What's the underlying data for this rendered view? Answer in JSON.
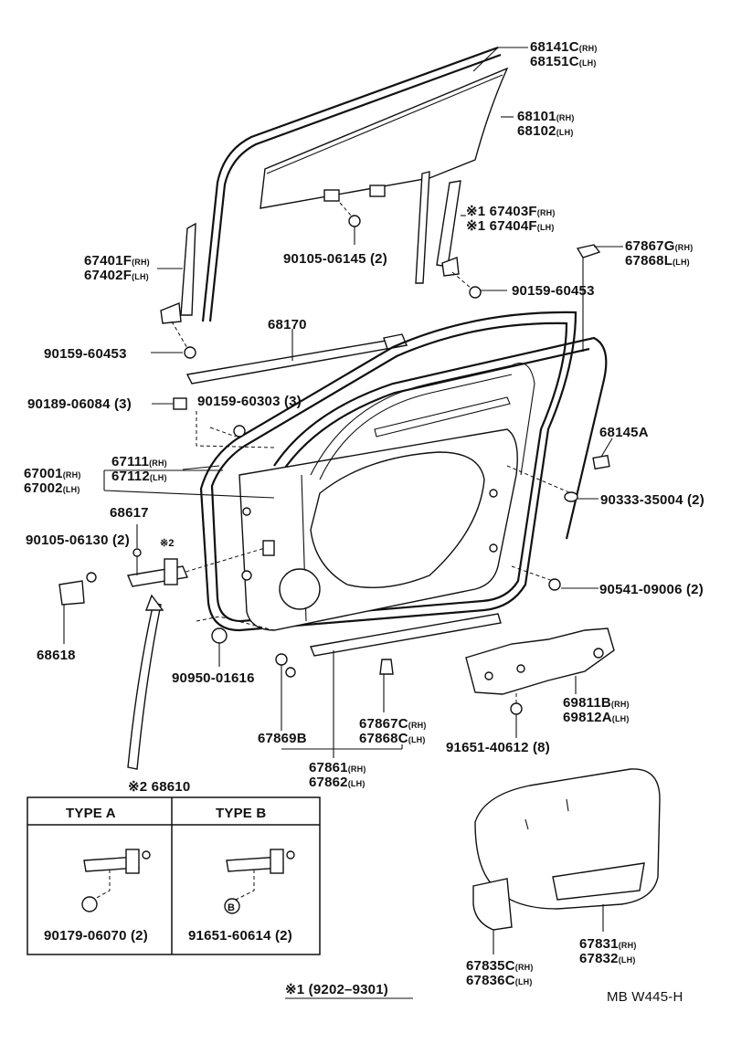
{
  "labels": {
    "l68141": {
      "num": "68141C",
      "suf": "(RH)"
    },
    "l68151": {
      "num": "68151C",
      "suf": "(LH)"
    },
    "l68101": {
      "num": "68101",
      "suf": "(RH)"
    },
    "l68102": {
      "num": "68102",
      "suf": "(LH)"
    },
    "l167403": {
      "num": "※1 67403F",
      "suf": "(RH)"
    },
    "l167404": {
      "num": "※1 67404F",
      "suf": "(LH)"
    },
    "l67867g": {
      "num": "67867G",
      "suf": "(RH)"
    },
    "l67868l": {
      "num": "67868L",
      "suf": "(LH)"
    },
    "l67401f": {
      "num": "67401F",
      "suf": "(RH)"
    },
    "l67402f": {
      "num": "67402F",
      "suf": "(LH)"
    },
    "l9010506145": {
      "num": "90105-06145 (2)",
      "suf": ""
    },
    "l9015960453a": {
      "num": "90159-60453",
      "suf": ""
    },
    "l68170": {
      "num": "68170",
      "suf": ""
    },
    "l9015960453b": {
      "num": "90159-60453",
      "suf": ""
    },
    "l9018906084": {
      "num": "90189-06084 (3)",
      "suf": ""
    },
    "l9015960303": {
      "num": "90159-60303 (3)",
      "suf": ""
    },
    "l68145a": {
      "num": "68145A",
      "suf": ""
    },
    "l67111": {
      "num": "67111",
      "suf": "(RH)"
    },
    "l67112": {
      "num": "67112",
      "suf": "(LH)"
    },
    "l67001": {
      "num": "67001",
      "suf": "(RH)"
    },
    "l67002": {
      "num": "67002",
      "suf": "(LH)"
    },
    "l9033335004": {
      "num": "90333-35004 (2)",
      "suf": ""
    },
    "l68617": {
      "num": "68617",
      "suf": ""
    },
    "l9010506130": {
      "num": "90105-06130 (2)",
      "suf": ""
    },
    "lmark2": {
      "num": "※2",
      "suf": ""
    },
    "l9054109006": {
      "num": "90541-09006 (2)",
      "suf": ""
    },
    "l68618": {
      "num": "68618",
      "suf": ""
    },
    "l9095001616": {
      "num": "90950-01616",
      "suf": ""
    },
    "l69811b": {
      "num": "69811B",
      "suf": "(RH)"
    },
    "l69812a": {
      "num": "69812A",
      "suf": "(LH)"
    },
    "l67869b": {
      "num": "67869B",
      "suf": ""
    },
    "l67867c": {
      "num": "67867C",
      "suf": "(RH)"
    },
    "l67868c": {
      "num": "67868C",
      "suf": "(LH)"
    },
    "l9165140612": {
      "num": "91651-40612 (8)",
      "suf": ""
    },
    "l67861": {
      "num": "67861",
      "suf": "(RH)"
    },
    "l67862": {
      "num": "67862",
      "suf": "(LH)"
    },
    "l68610": {
      "num": "※2 68610",
      "suf": ""
    },
    "l67831": {
      "num": "67831",
      "suf": "(RH)"
    },
    "l67832": {
      "num": "67832",
      "suf": "(LH)"
    },
    "l67835c": {
      "num": "67835C",
      "suf": "(RH)"
    },
    "l67836c": {
      "num": "67836C",
      "suf": "(LH)"
    }
  },
  "typebox": {
    "type_a": "TYPE A",
    "type_b": "TYPE B",
    "a_part": "90179-06070 (2)",
    "b_part": "91651-60614 (2)",
    "b_symbol": "B"
  },
  "footer": {
    "note": "※1  (9202–9301)",
    "code": "MB W445-H"
  }
}
